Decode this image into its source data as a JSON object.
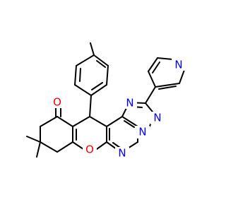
{
  "atoms": {
    "o_ketone": "O",
    "o_ring": "O",
    "n_pyridine": "N",
    "n_triazole_top": "N",
    "n_triazole_right": "N",
    "n_bridge": "N",
    "n_pyrimidine_bottom": "N"
  },
  "colors": {
    "bond": "#000000",
    "oxygen": "#ff0000",
    "nitrogen": "#0000ff"
  }
}
